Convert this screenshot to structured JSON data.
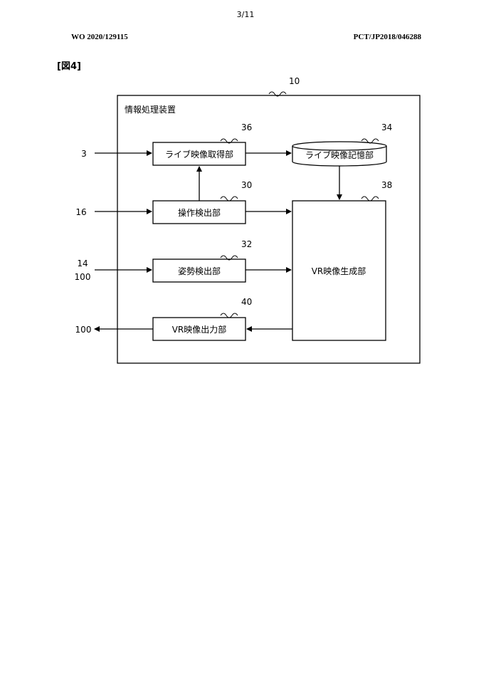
{
  "header": {
    "page_number": "3/11",
    "publication_number": "WO 2020/129115",
    "application_number": "PCT/JP2018/046288"
  },
  "figure": {
    "label": "[図4]",
    "outer": {
      "ref": "10",
      "title": "情報処理装置"
    },
    "blocks": {
      "live_acquire": {
        "label": "ライブ映像取得部",
        "ref": "36"
      },
      "live_storage": {
        "label": "ライブ映像記憶部",
        "ref": "34"
      },
      "operation_detect": {
        "label": "操作検出部",
        "ref": "30"
      },
      "posture_detect": {
        "label": "姿勢検出部",
        "ref": "32"
      },
      "vr_generate": {
        "label": "VR映像生成部",
        "ref": "38"
      },
      "vr_output": {
        "label": "VR映像出力部",
        "ref": "40"
      }
    },
    "external": {
      "input_live": "3",
      "input_operation": "16",
      "input_posture_a": "14",
      "input_posture_b": "100",
      "output_vr": "100"
    }
  }
}
